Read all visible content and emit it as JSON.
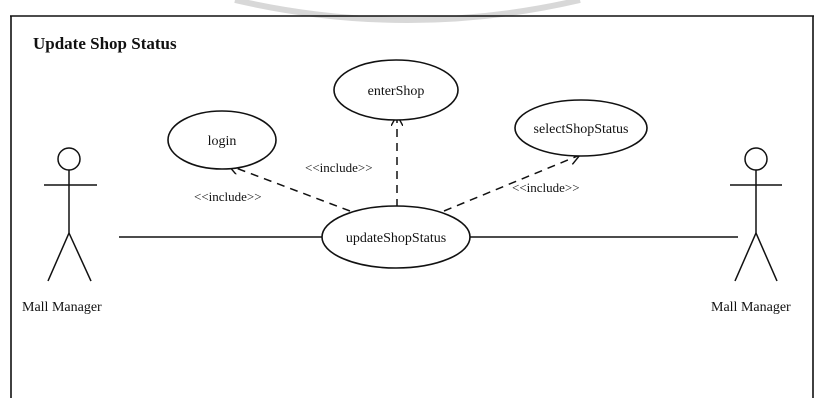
{
  "diagram": {
    "title": "Update Shop Status",
    "use_cases": {
      "login": "login",
      "enter_shop": "enterShop",
      "select_shop_status": "selectShopStatus",
      "update_shop_status": "updateShopStatus"
    },
    "relations": {
      "include_login": "<<include>>",
      "include_enter_shop": "<<include>>",
      "include_select_status": "<<include>>"
    },
    "actors": {
      "left": "Mall Manager",
      "right": "Mall Manager"
    }
  }
}
